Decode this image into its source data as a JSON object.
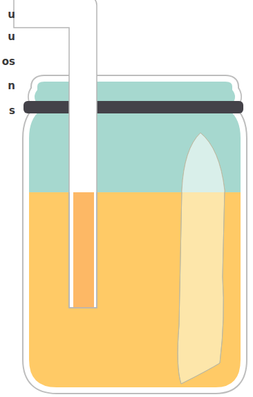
{
  "diagram": {
    "labels": [
      "u",
      "u",
      "os",
      "n",
      "s"
    ]
  }
}
